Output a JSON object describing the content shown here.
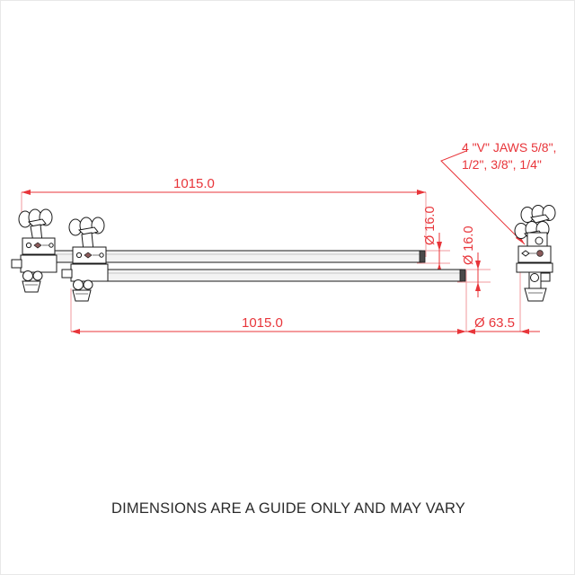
{
  "document": {
    "type": "technical-drawing",
    "title": "Clamp and Rod Assembly Dimensional Drawing"
  },
  "colors": {
    "dimension": "#e8353a",
    "extension": "#f09a9c",
    "part_outline": "#1a1a1a",
    "rod_fill": "#f2f2f2",
    "footer_text": "#2b2b2b",
    "background": "#ffffff",
    "frame_border": "#e8e8e8"
  },
  "dimensions": {
    "top_length": "1015.0",
    "bottom_length": "1015.0",
    "upper_rod_diameter": "Ø 16.0",
    "lower_rod_diameter": "Ø 16.0",
    "clamp_diameter": "Ø 63.5"
  },
  "callout": {
    "line1": "4 \"V\" JAWS 5/8\",",
    "line2": "1/2\", 3/8\", 1/4\""
  },
  "footer": {
    "note": "DIMENSIONS ARE A GUIDE ONLY AND MAY VARY"
  },
  "parts": {
    "clamp_left_outer": "clamp-assembly-left-outer",
    "clamp_left_inner": "clamp-assembly-left-inner",
    "clamp_right": "clamp-assembly-right",
    "rod_upper": "rod-upper",
    "rod_lower": "rod-lower"
  }
}
